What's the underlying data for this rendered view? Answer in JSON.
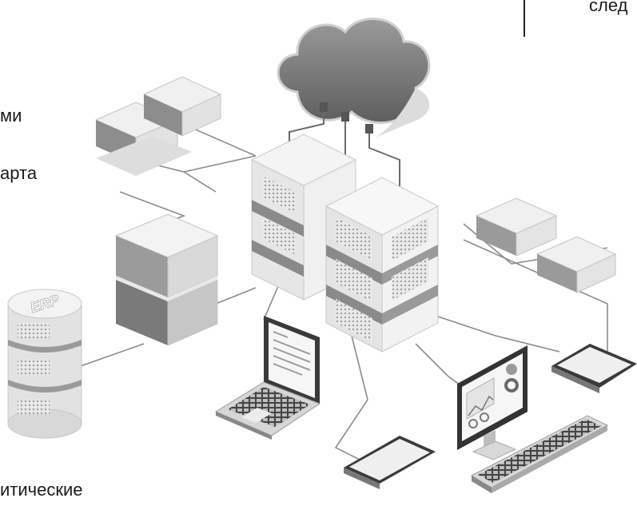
{
  "text_fragments": {
    "top_right": "след",
    "left_1": "ми",
    "left_2": "арта",
    "bottom_left": "итические"
  },
  "erp_label": "ERP",
  "colors": {
    "light_face": "#eeeeee",
    "mid_face": "#b8b8b8",
    "dark_face": "#777777",
    "cloud": "#8a8a8a",
    "line": "#8c8c8c",
    "shadow": "#d9d9d9"
  }
}
